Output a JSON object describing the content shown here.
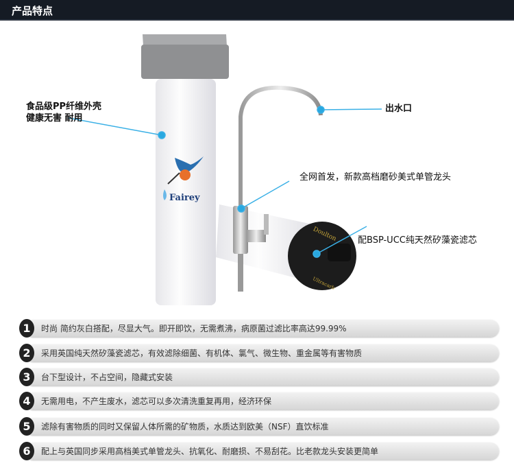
{
  "header": {
    "title": "产品特点"
  },
  "callouts": {
    "housing": [
      "食品级PP纤维外壳",
      "健康无害 耐用"
    ],
    "outlet": "出水口",
    "faucet": "全网首发，新款高档磨砂美式单管龙头",
    "cartridge": "配BSP-UCC纯天然矽藻瓷滤芯"
  },
  "product": {
    "brand": "Fairey",
    "cartridge_brand": "Doulton",
    "cartridge_sub": "Ultracarb"
  },
  "colors": {
    "accent": "#29a8e0",
    "header_bg": "#151b24"
  },
  "features": [
    {
      "num": "1",
      "text": "时尚 简约灰白搭配，尽显大气。即开即饮，无需煮沸，病原菌过滤比率高达99.99%"
    },
    {
      "num": "2",
      "text": "采用英国纯天然矽藻瓷滤芯，有效滤除细菌、有机体、氯气、微生物、重金属等有害物质"
    },
    {
      "num": "3",
      "text": "台下型设计，不占空间，隐藏式安装"
    },
    {
      "num": "4",
      "text": "无需用电，不产生废水，滤芯可以多次清洗重复再用，经济环保"
    },
    {
      "num": "5",
      "text": "滤除有害物质的同时又保留人体所需的矿物质，水质达到欧美（NSF）直饮标准"
    },
    {
      "num": "6",
      "text": "配上与英国同步采用高档美式单管龙头、抗氧化、耐磨损、不易刮花。比老款龙头安装更简单"
    }
  ]
}
